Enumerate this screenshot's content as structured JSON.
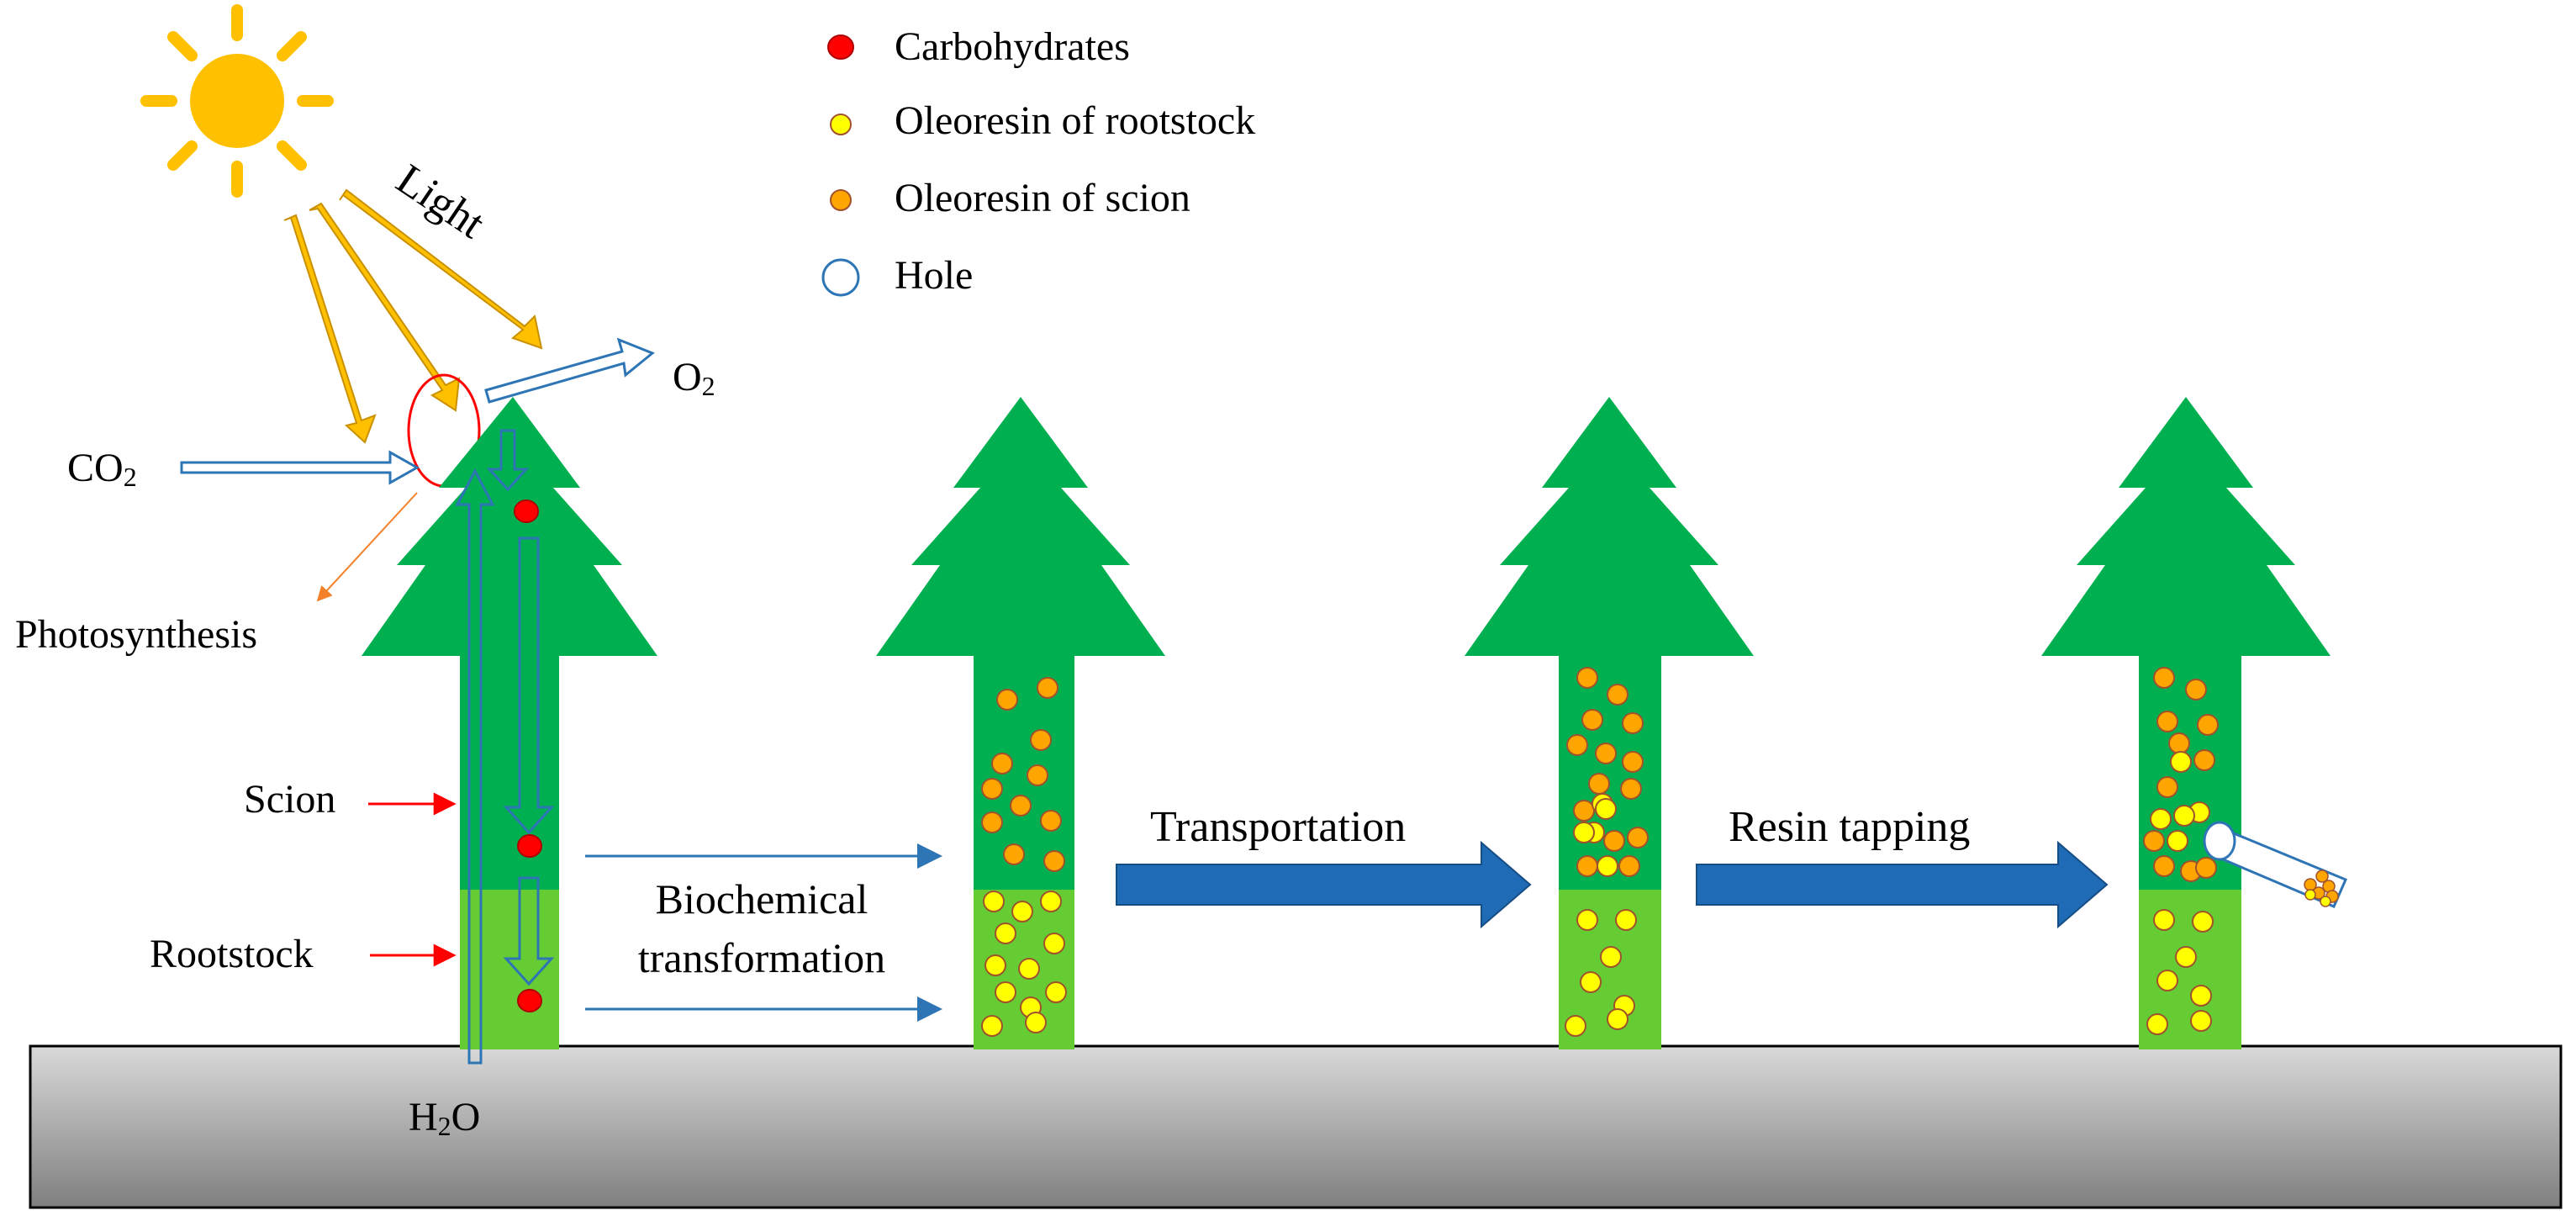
{
  "legend": {
    "carbohydrates": "Carbohydrates",
    "oleoresin_rootstock": "Oleoresin of rootstock",
    "oleoresin_scion": "Oleoresin of scion",
    "hole": "Hole"
  },
  "labels": {
    "light": "Light",
    "o2_main": "O",
    "o2_sub": "2",
    "co2_main": "CO",
    "co2_sub": "2",
    "photosynthesis": "Photosynthesis",
    "scion": "Scion",
    "rootstock": "Rootstock",
    "h2o_h": "H",
    "h2o_sub": "2",
    "h2o_o": "O",
    "biochemical_line1": "Biochemical",
    "biochemical_line2": "transformation",
    "transportation": "Transportation",
    "resin_tapping": "Resin tapping"
  },
  "colors": {
    "sun": "#FFC000",
    "light_ray": "#FFC000",
    "canopy": "#00B050",
    "scion_trunk": "#00B050",
    "rootstock_trunk": "#66CC33",
    "carbohydrate": "#FF0000",
    "oleoresin_rootstock": "#FFFF00",
    "oleoresin_scion": "#FFA500",
    "process_arrow": "#1F6BB5",
    "ground_top": "#D9D9D9",
    "ground_bottom": "#7F7F7F"
  }
}
